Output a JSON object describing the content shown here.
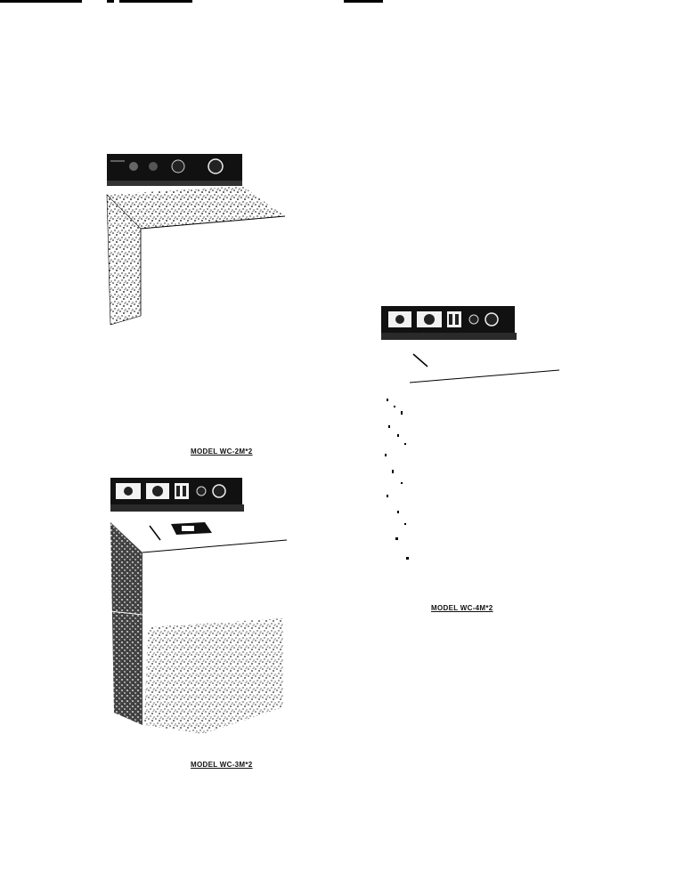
{
  "document": {
    "figures": [
      {
        "id": "washer-1",
        "caption": "MODEL WC-2M*2"
      },
      {
        "id": "washer-2",
        "caption": "MODEL WC-3M*2"
      },
      {
        "id": "washer-3",
        "caption": "MODEL WC-4M*2"
      }
    ]
  }
}
